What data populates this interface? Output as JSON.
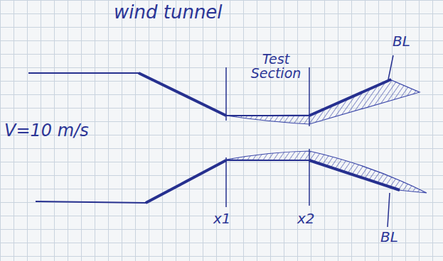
{
  "diagram": {
    "title": "wind tunnel",
    "labels": [
      "V=10 m/s",
      "Test Section",
      "x1",
      "x2",
      "BL",
      "BL"
    ]
  }
}
